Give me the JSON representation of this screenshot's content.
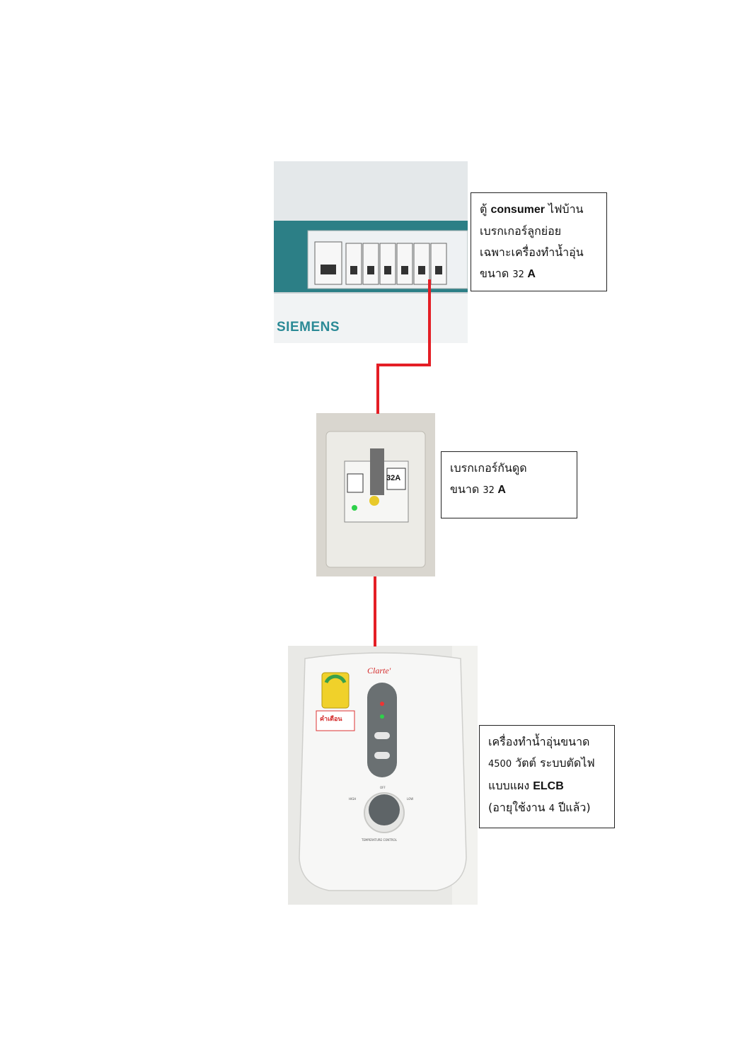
{
  "panel": {
    "brand": "SIEMENS",
    "callout": {
      "pre1": "ตู้ ",
      "bold1": "consumer",
      "post1": " ไฟบ้าน",
      "line2": "เบรกเกอร์ลูกย่อย",
      "line3": "เฉพาะเครื่องทำน้ำอุ่น",
      "pre4": "ขนาด ",
      "num4": "32",
      "bold4": " A"
    }
  },
  "breaker": {
    "rating_label": "32A",
    "callout": {
      "line1": "เบรกเกอร์กันดูด",
      "pre2": "ขนาด ",
      "num2": "32",
      "bold2": " A"
    }
  },
  "heater": {
    "brand": "Clarte'",
    "warning": "คำเตือน",
    "knob_high": "HIGH",
    "knob_low": "LOW",
    "knob_off": "OFF",
    "control_label": "TEMPERATURE CONTROL",
    "callout": {
      "line1": "เครื่องทำน้ำอุ่นขนาด",
      "num2": "4500",
      "post2": " วัตต์ ระบบตัดไฟ",
      "pre3": "แบบแผง ",
      "bold3": "ELCB",
      "pre4": "(อายุใช้งาน ",
      "num4": "4",
      "post4": " ปีแล้ว)"
    }
  },
  "colors": {
    "wire": "#e41e25",
    "panel_teal": "#2a7f86",
    "siemens": "#2b8a96"
  }
}
